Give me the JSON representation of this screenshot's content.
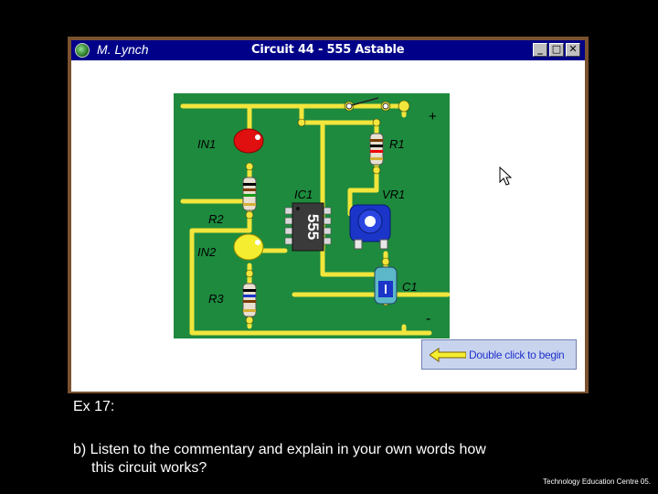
{
  "window": {
    "owner": "M. Lynch",
    "title": "Circuit 44 - 555 Astable",
    "buttons": {
      "minimize": "_",
      "maximize": "□",
      "close": "✕"
    }
  },
  "circuit": {
    "labels": {
      "plus": "+",
      "minus": "-",
      "in1": "IN1",
      "in2": "IN2",
      "r1": "R1",
      "r2": "R2",
      "r3": "R3",
      "ic1": "IC1",
      "vr1": "VR1",
      "c1": "C1",
      "chip": "555"
    },
    "colors": {
      "board": "#1e8a3e",
      "track": "#f2e53c",
      "led_red": "#e01010",
      "led_yellow": "#f5ee30",
      "potentiometer": "#1a35c8"
    }
  },
  "begin": {
    "label": "Double click to begin"
  },
  "slide": {
    "exercise": "Ex 17:",
    "question_line1": "b) Listen to the commentary and explain in your own words how",
    "question_line2": "this circuit works?",
    "footer": "Technology Education Centre 05."
  }
}
